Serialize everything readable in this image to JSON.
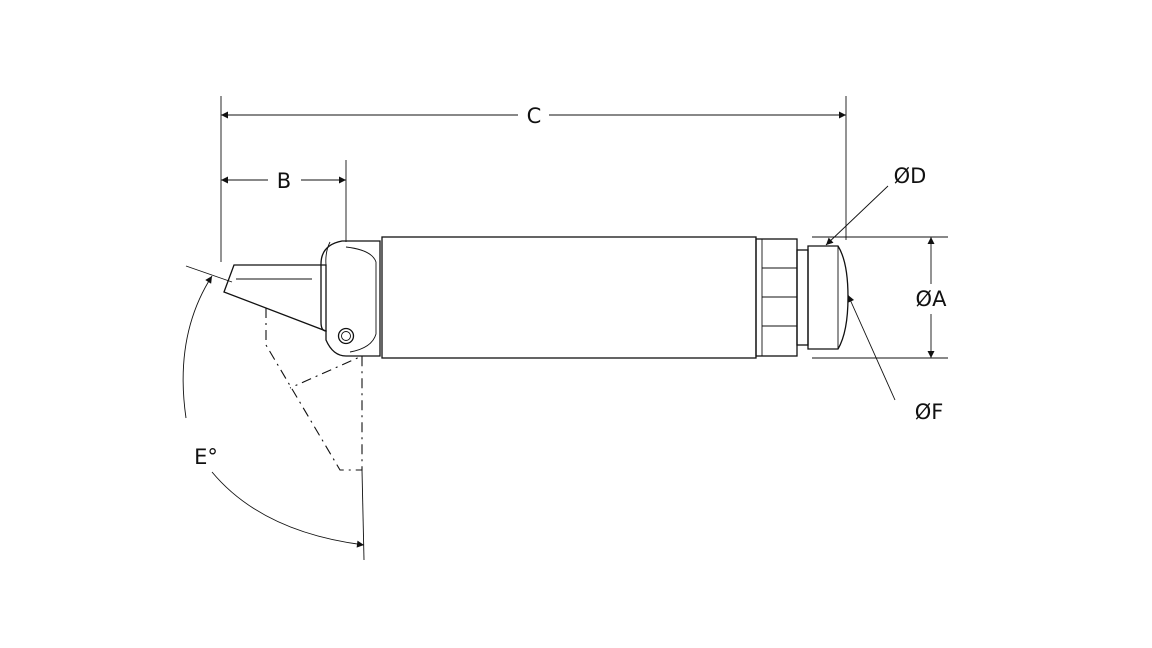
{
  "labels": {
    "length_c": "C",
    "length_b": "B",
    "dia_d": "ØD",
    "dia_a": "ØA",
    "dia_f": "ØF",
    "angle_e": "E°"
  }
}
